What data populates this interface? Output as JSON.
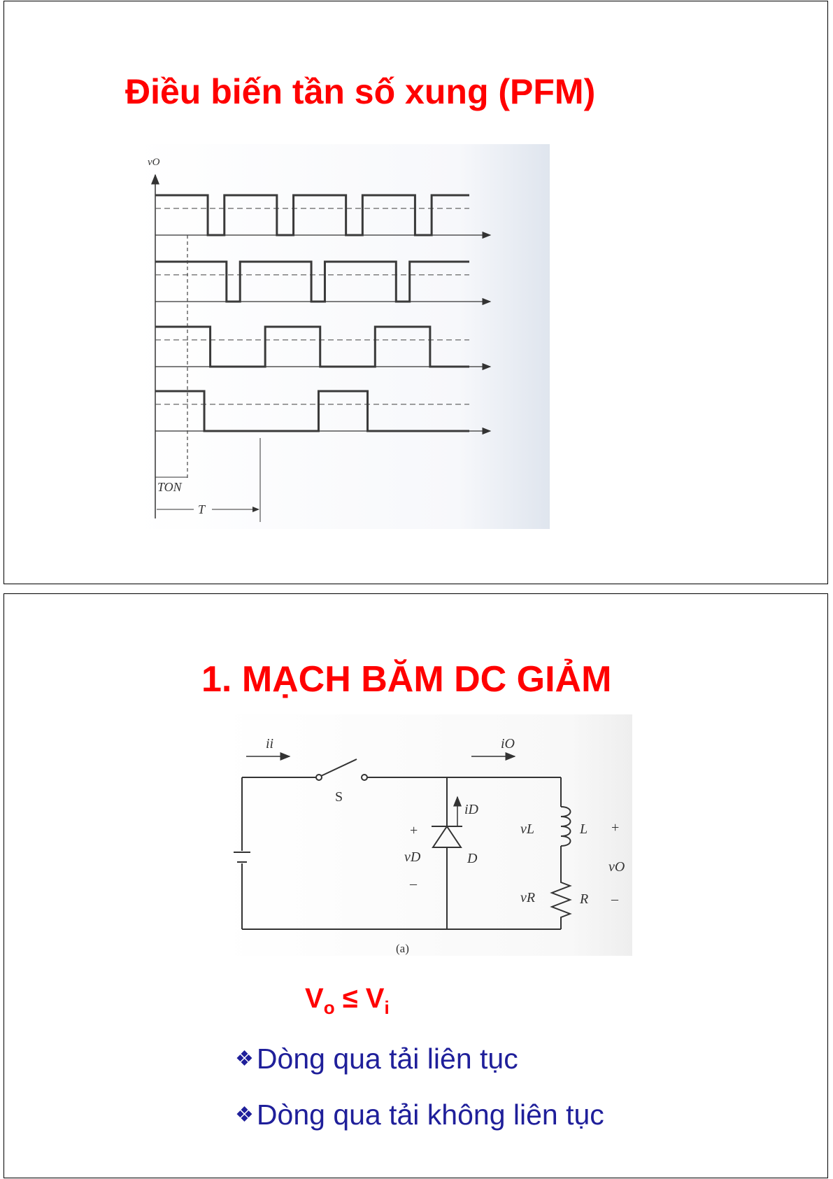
{
  "slide1": {
    "title": "Điều biến tần số xung (PFM)",
    "figure": {
      "axis_label": "vO",
      "ton_label": "TON",
      "period_label": "T",
      "waveforms": [
        {
          "period_fraction": 0.22,
          "duty": 0.76
        },
        {
          "period_fraction": 0.27,
          "duty": 0.84
        },
        {
          "period_fraction": 0.35,
          "duty": 0.5
        },
        {
          "period_fraction": 0.52,
          "duty": 0.3
        }
      ]
    }
  },
  "slide2": {
    "title": "1. MẠCH BĂM DC GIẢM",
    "circuit": {
      "labels": {
        "ii": "ii",
        "io": "iO",
        "switch": "S",
        "id": "iD",
        "vl": "vL",
        "l": "L",
        "plus1": "+",
        "vo": "vO",
        "vr": "vR",
        "r": "R",
        "minus1": "–",
        "plus2": "+",
        "vd": "vD",
        "d": "D",
        "minus2": "–",
        "caption": "(a)"
      }
    },
    "equation": {
      "lhs": "V",
      "lhs_sub": "o",
      "op": " ≤ ",
      "rhs": "V",
      "rhs_sub": "i"
    },
    "bullets": [
      {
        "symbol": "❖",
        "text": "Dòng qua tải liên tục"
      },
      {
        "symbol": "❖",
        "text": "Dòng qua tải không liên tục"
      }
    ]
  }
}
